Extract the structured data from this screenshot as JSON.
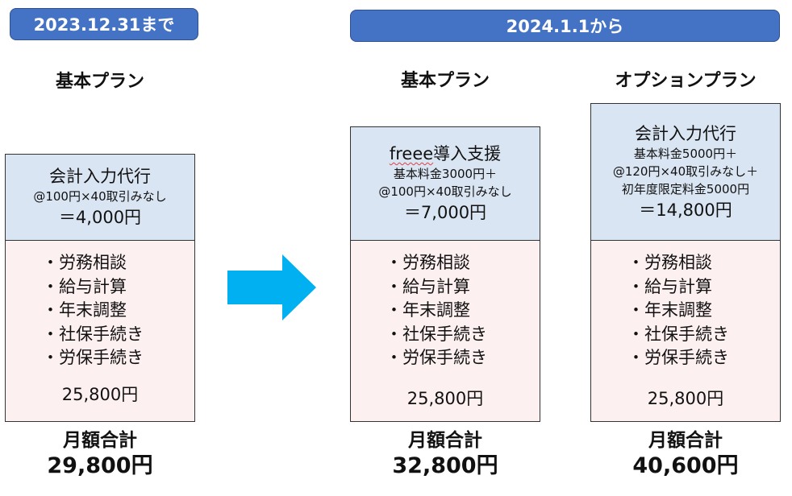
{
  "headers": {
    "before": "2023.12.31まで",
    "after": "2024.1.1から"
  },
  "plans": [
    {
      "title": "基本プラン",
      "service_name": "会計入力代行",
      "service_name_highlight": "",
      "details": [
        "@100円×40取引みなし"
      ],
      "service_total": "＝4,000円",
      "items": [
        "・労務相談",
        "・給与計算",
        "・年末調整",
        "・社保手続き",
        "・労保手続き"
      ],
      "base_fee": "25,800円",
      "sum_label": "月額合計",
      "sum_value": "29,800円"
    },
    {
      "title": "基本プラン",
      "service_name": "導入支援",
      "service_name_highlight": "freee",
      "details": [
        "基本料金3000円＋",
        "@100円×40取引みなし"
      ],
      "service_total": "＝7,000円",
      "items": [
        "・労務相談",
        "・給与計算",
        "・年末調整",
        "・社保手続き",
        "・労保手続き"
      ],
      "base_fee": "25,800円",
      "sum_label": "月額合計",
      "sum_value": "32,800円"
    },
    {
      "title": "オプションプラン",
      "service_name": "会計入力代行",
      "service_name_highlight": "",
      "details": [
        "基本料金5000円＋",
        "@120円×40取引みなし＋",
        "初年度限定料金5000円"
      ],
      "service_total": "＝14,800円",
      "items": [
        "・労務相談",
        "・給与計算",
        "・年末調整",
        "・社保手続き",
        "・労保手続き"
      ],
      "base_fee": "25,800円",
      "sum_label": "月額合計",
      "sum_value": "40,600円"
    }
  ],
  "colors": {
    "header_bg": "#4472c4",
    "card_top_bg": "#dae5f3",
    "card_bottom_bg": "#fdf0f0",
    "arrow": "#00b0f0"
  },
  "icons": {
    "transition_arrow": "right-arrow-icon"
  }
}
